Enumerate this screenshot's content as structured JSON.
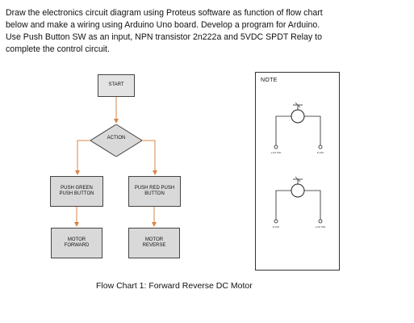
{
  "question": {
    "lines": [
      "Draw the electronics circuit diagram using Proteus software as function of flow chart",
      "below and make a wiring using Arduino Uno board. Develop a program for Arduino.",
      "Use Push Button SW as an input, NPN transistor 2n222a and 5VDC SPDT Relay to",
      "complete the control circuit."
    ]
  },
  "flowchart": {
    "start": "START",
    "action": "ACTION",
    "push_green": [
      "PUSH GREEN",
      "PUSH BUTTON"
    ],
    "push_red": [
      "PUSH RED PUSH",
      "BUTTON"
    ],
    "motor_forward": [
      "MOTOR",
      "FORWARD"
    ],
    "motor_reverse": [
      "MOTOR",
      "REVERSE"
    ]
  },
  "note": {
    "title": "NOTE",
    "relay1": {
      "left_label": "+12 Vdc",
      "right_label": "0 Vdc"
    },
    "relay2": {
      "left_label": "0 Vdc",
      "right_label": "+12 Vdc"
    }
  },
  "caption": "Flow Chart 1:  Forward Reverse DC Motor",
  "colors": {
    "arrow": "#d9844a",
    "box_fill": "#d9d9d9",
    "border": "#444444"
  }
}
